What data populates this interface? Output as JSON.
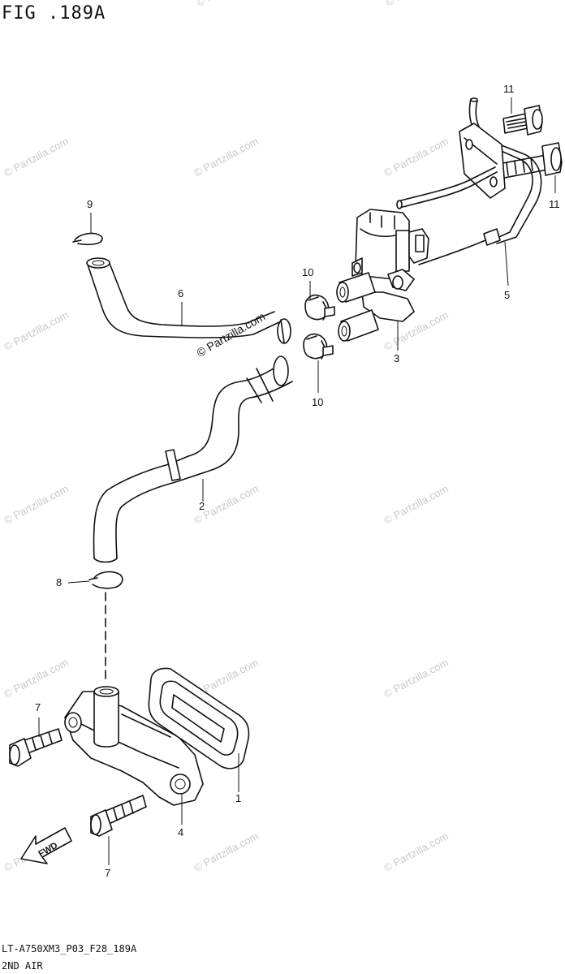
{
  "figure": {
    "title": "FIG .189A",
    "model_code": "LT-A750XM3_P03_F28_189A",
    "section_name": "2ND AIR"
  },
  "watermark": {
    "text": "© Partzilla.com"
  },
  "direction_marker": {
    "label": "FWD"
  },
  "callouts": [
    "1",
    "2",
    "3",
    "4",
    "5",
    "6",
    "7",
    "7",
    "8",
    "9",
    "10",
    "10",
    "11",
    "11"
  ]
}
